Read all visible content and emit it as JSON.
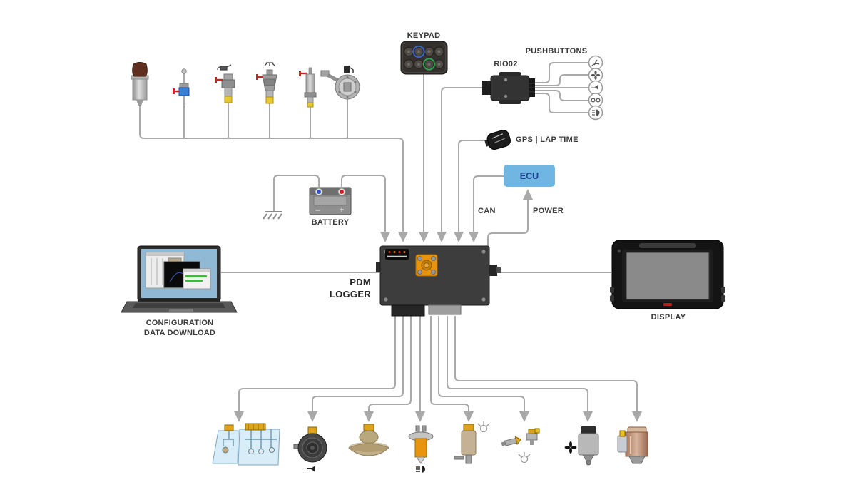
{
  "labels": {
    "keypad": "KEYPAD",
    "rio02": "RIO02",
    "pushbuttons": "PUSHBUTTONS",
    "gps": "GPS | LAP TIME",
    "ecu": "ECU",
    "can": "CAN",
    "power": "POWER",
    "battery": "BATTERY",
    "pdm_line1": "PDM",
    "pdm_line2": "LOGGER",
    "config_line1": "CONFIGURATION",
    "config_line2": "DATA DOWNLOAD",
    "display": "DISPLAY"
  },
  "battery": {
    "minus": "–",
    "plus": "+"
  },
  "colors": {
    "wire": "#a9a9a9",
    "label_text": "#3a3a3a",
    "ecu_fill": "#6fb7e2",
    "ecu_text": "#1c3f8f",
    "pdm_body": "#3d3d3d",
    "orange_connector": "#e8930c",
    "tap_red": "#cc2222",
    "gold": "#dfa31c",
    "glass_blue": "#d8edf8",
    "battery_gray": "#8f8f8f"
  },
  "icons": {
    "pushbuttons": [
      "wiper-icon",
      "fan-icon",
      "horn-icon",
      "position-lights-icon",
      "high-beam-icon"
    ],
    "sensors": [
      "fluid-reservoir-sensor",
      "level-dipstick-sensor",
      "oil-pressure-sensor",
      "water-temperature-sensor",
      "pressure-sensor",
      "fuel-level-sender"
    ],
    "actuators": [
      "heated-windows",
      "horn",
      "fuel-pump-tank",
      "headlight-bulb",
      "washer-pump",
      "washer-jets",
      "fan-motor",
      "starter-motor"
    ]
  }
}
